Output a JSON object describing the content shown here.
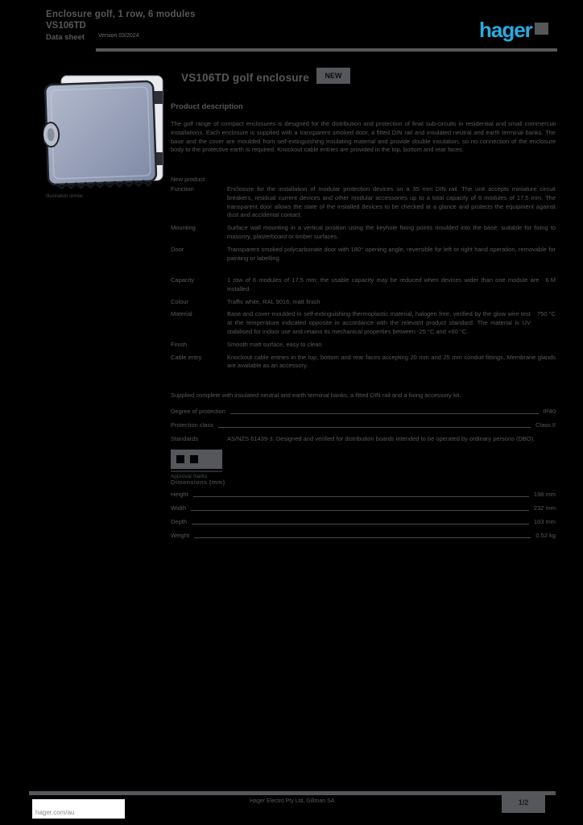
{
  "page": {
    "background": "#000000",
    "text_color": "#56585b",
    "accent": "#29abe2"
  },
  "header": {
    "title_line1": "Enclosure golf, 1 row, 6 modules",
    "title_line2": "VS106TD",
    "title_line3": "Data sheet",
    "version_note": "Version 03/2024",
    "logo_text": "hager"
  },
  "product": {
    "title": "VS106TD golf enclosure",
    "badge": "NEW",
    "image_caption": "Illustration similar"
  },
  "description": {
    "heading": "Product description",
    "paragraph": "The golf range of compact enclosures is designed for the distribution and protection of final sub-circuits in residential and small commercial installations. Each enclosure is supplied with a transparent smoked door, a fitted DIN rail and insulated neutral and earth terminal banks. The base and the cover are moulded from self-extinguishing insulating material and provide double insulation, so no connection of the enclosure body to the protective earth is required. Knockout cable entries are provided in the top, bottom and rear faces.",
    "note": "New product"
  },
  "details": {
    "rows": [
      {
        "label": "Function",
        "value": "Enclosure for the installation of modular protection devices on a 35 mm DIN rail. The unit accepts miniature circuit breakers, residual current devices and other modular accessories up to a total capacity of 6 modules of 17.5 mm. The transparent door allows the state of the installed devices to be checked at a glance and protects the equipment against dust and accidental contact."
      },
      {
        "label": "Mounting",
        "value": "Surface wall mounting in a vertical position using the keyhole fixing points moulded into the base; suitable for fixing to masonry, plasterboard or timber surfaces."
      },
      {
        "label": "Door",
        "value": "Transparent smoked polycarbonate door with 180° opening angle, reversible for left or right hand operation, removable for painting or labelling."
      }
    ]
  },
  "characteristics": {
    "rows": [
      {
        "label": "Capacity",
        "value": "1 row of 6 modules of 17.5 mm; the usable capacity may be reduced when devices wider than one module are installed.",
        "extra": "6 M"
      },
      {
        "label": "Colour",
        "value": "Traffic white, RAL 9016, matt finish",
        "extra": ""
      },
      {
        "label": "Material",
        "value": "Base and cover moulded in self-extinguishing thermoplastic material, halogen free, verified by the glow wire test at the temperature indicated opposite in accordance with the relevant product standard. The material is UV stabilised for indoor use and retains its mechanical properties between -25 °C and +60 °C.",
        "extra": "750 °C"
      },
      {
        "label": "Finish",
        "value": "Smooth matt surface, easy to clean",
        "extra": ""
      },
      {
        "label": "Cable entry",
        "value": "Knockout cable entries in the top, bottom and rear faces accepting 20 mm and 25 mm conduit fittings. Membrane glands are available as an accessory.",
        "extra": ""
      }
    ]
  },
  "equipment": {
    "intro": "Supplied complete with insulated neutral and earth terminal banks, a fitted DIN rail and a fixing accessory kit.",
    "rows": [
      {
        "label": "Degree of protection",
        "value": "IP40"
      },
      {
        "label": "Protection class",
        "value": "Class II"
      }
    ],
    "standards_label": "Standards",
    "standards_value": "AS/NZS 61439-3. Designed and verified for distribution boards intended to be operated by ordinary persons (DBO).",
    "marks_caption": "Approval marks"
  },
  "dimensions": {
    "heading": "Dimensions (mm)",
    "rows": [
      {
        "label": "Height",
        "value": "198 mm"
      },
      {
        "label": "Width",
        "value": "232 mm"
      },
      {
        "label": "Depth",
        "value": "103 mm"
      },
      {
        "label": "Weight",
        "value": "0.52 kg"
      }
    ]
  },
  "footer": {
    "site": "hager.com/au",
    "center": "Hager Electro Pty Ltd, Gillman SA",
    "page": "1/2"
  }
}
